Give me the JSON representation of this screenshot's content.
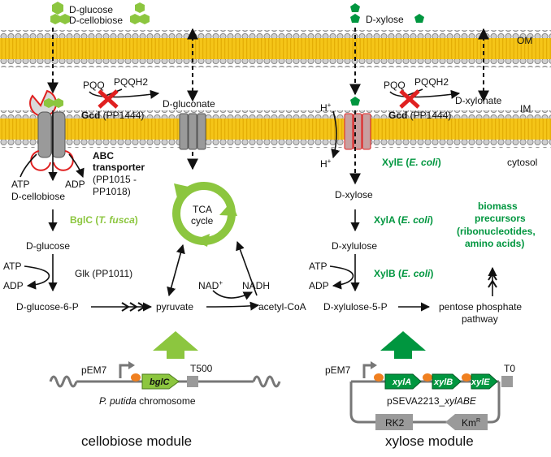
{
  "labels": {
    "d_glucose_top": "D-glucose",
    "d_cellobiose_top": "D-cellobiose",
    "d_xylose_top": "D-xylose",
    "om": "OM",
    "im": "IM",
    "cytosol": "cytosol",
    "pqq_left": "PQQ",
    "pqqh2_left": "PQQH2",
    "gcd_left_name": "Gcd",
    "gcd_left_id": " (PP1444)",
    "d_gluconate": "D-gluconate",
    "pqq_right": "PQQ",
    "pqqh2_right": "PQQH2",
    "gcd_right_name": "Gcd",
    "gcd_right_id": " (PP1444)",
    "d_xylonate": "D-xylonate",
    "abc_line1": "ABC",
    "abc_line2": "transporter",
    "abc_line3": "(PP1015 -",
    "abc_line4": "PP1018)",
    "atp_1": "ATP",
    "adp_1": "ADP",
    "d_cellobiose_cyt": "D-cellobiose",
    "bglc_name": "BglC (",
    "bglc_org": "T. fusca",
    "bglc_close": ")",
    "d_glucose_cyt": "D-glucose",
    "atp_2": "ATP",
    "adp_2": "ADP",
    "glk": "Glk (PP1011)",
    "d_glucose_6p": "D-glucose-6-P",
    "pyruvate": "pyruvate",
    "nad": "NAD",
    "nadh": "NADH",
    "acetyl_coa": "acetyl-CoA",
    "tca_1": "TCA",
    "tca_2": "cycle",
    "h_plus_top": "H",
    "h_plus_bottom": "H",
    "xyle_name": "XylE (",
    "xyle_org": "E. coli",
    "xyle_close": ")",
    "d_xylose_cyt": "D-xylose",
    "xyla_name": "XylA (",
    "xyla_org": "E. coli",
    "xyla_close": ")",
    "d_xylulose": "D-xylulose",
    "atp_3": "ATP",
    "adp_3": "ADP",
    "xylb_name": "XylB (",
    "xylb_org": "E. coli",
    "xylb_close": ")",
    "d_xylulose_5p": "D-xylulose-5-P",
    "ppp_1": "pentose phosphate",
    "ppp_2": "pathway",
    "biomass_1": "biomass",
    "biomass_2": "precursors",
    "biomass_3": "(ribonucleotides,",
    "biomass_4": "amino acids)",
    "pem7_left": "pEM7",
    "bglc_gene": "bglC",
    "t500": "T500",
    "chromosome_org": "P. putida",
    "chromosome_word": " chromosome",
    "pem7_right": "pEM7",
    "xyla_gene": "xylA",
    "xylb_gene": "xylB",
    "xyle_gene": "xylE",
    "t0": "T0",
    "plasmid_name": "pSEVA2213_",
    "plasmid_suffix": "xylABE",
    "rk2": "RK2",
    "km": "Km",
    "km_sup": "R",
    "cellobiose_module": "cellobiose module",
    "xylose_module": "xylose module"
  },
  "colors": {
    "light_green": "#8cc63f",
    "dark_green": "#00963f",
    "membrane_yellow": "#f5c518",
    "membrane_bead": "#c9c9c9",
    "red": "#e02020",
    "gray": "#9a9a9a"
  }
}
